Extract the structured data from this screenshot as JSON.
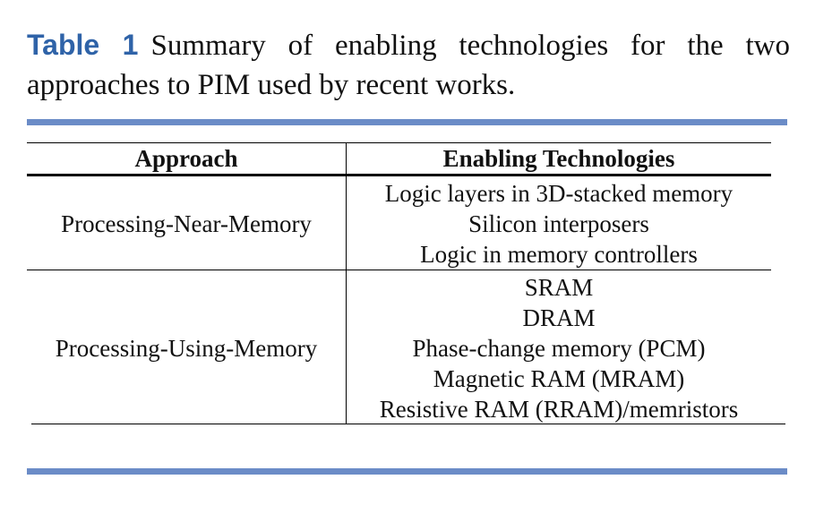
{
  "caption": {
    "label": "Table 1",
    "text": "Summary of enabling technologies for the two approaches to PIM used by recent works."
  },
  "table": {
    "headers": [
      "Approach",
      "Enabling Technologies"
    ],
    "rows": [
      {
        "approach": "Processing-Near-Memory",
        "technologies": [
          "Logic layers in 3D-stacked memory",
          "Silicon interposers",
          "Logic in memory controllers"
        ]
      },
      {
        "approach": "Processing-Using-Memory",
        "technologies": [
          "SRAM",
          "DRAM",
          "Phase-change memory (PCM)",
          "Magnetic RAM (MRAM)",
          "Resistive RAM (RRAM)/memristors"
        ]
      }
    ]
  },
  "colors": {
    "caption_label": "#2f63a8",
    "rule": "#6b8cc7"
  }
}
